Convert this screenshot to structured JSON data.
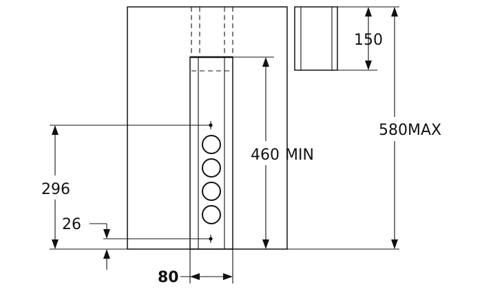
{
  "dimensions": {
    "top_box_height": "150",
    "max_height": "580",
    "max_height_suffix": "MAX",
    "min_height": "460",
    "min_height_suffix": "MIN",
    "pin_height": "296",
    "bottom_pin_height": "26",
    "width": "80"
  },
  "buttons_count": 4,
  "colors": {
    "line": "#111111",
    "background": "#ffffff"
  }
}
